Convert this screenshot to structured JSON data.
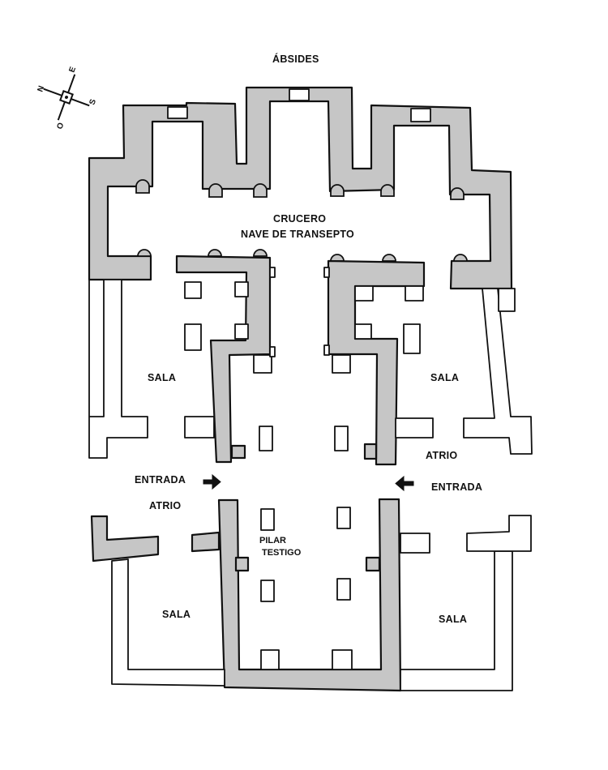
{
  "labels": {
    "absides": "ÁBSIDES",
    "crucero": "CRUCERO",
    "nave_transepto": "NAVE DE TRANSEPTO",
    "sala_left_upper": "SALA",
    "sala_right_upper": "SALA",
    "atrio_right": "ATRIO",
    "entrada_left": "ENTRADA",
    "entrada_right": "ENTRADA",
    "atrio_left": "ATRIO",
    "pilar": "PILAR",
    "testigo": "TESTIGO",
    "sala_left_lower": "SALA",
    "sala_right_lower": "SALA"
  },
  "compass": {
    "n": "N",
    "e": "E",
    "s": "S",
    "o": "O"
  },
  "colors": {
    "wall_fill": "#c6c6c6",
    "outline": "#111111",
    "background": "#ffffff"
  }
}
